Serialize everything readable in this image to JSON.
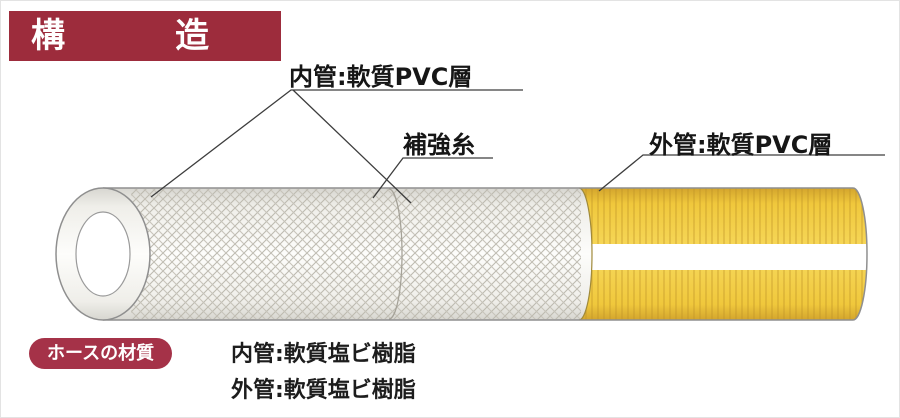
{
  "banner": {
    "title": "構造"
  },
  "labels": {
    "inner": "内管:軟質PVC層",
    "reinforcement": "補強糸",
    "outer": "外管:軟質PVC層"
  },
  "materials": {
    "badge": "ホースの材質",
    "lines": [
      "内管:軟質塩ビ樹脂",
      "外管:軟質塩ビ樹脂"
    ]
  },
  "colors": {
    "banner_red": "#9d2c3c",
    "badge_red": "#a53248",
    "hose_yellow": "#f2c93f",
    "stripe_white": "#ffffff",
    "mesh_gray": "#bdbab0",
    "outline_gray": "#8f8f8f"
  }
}
